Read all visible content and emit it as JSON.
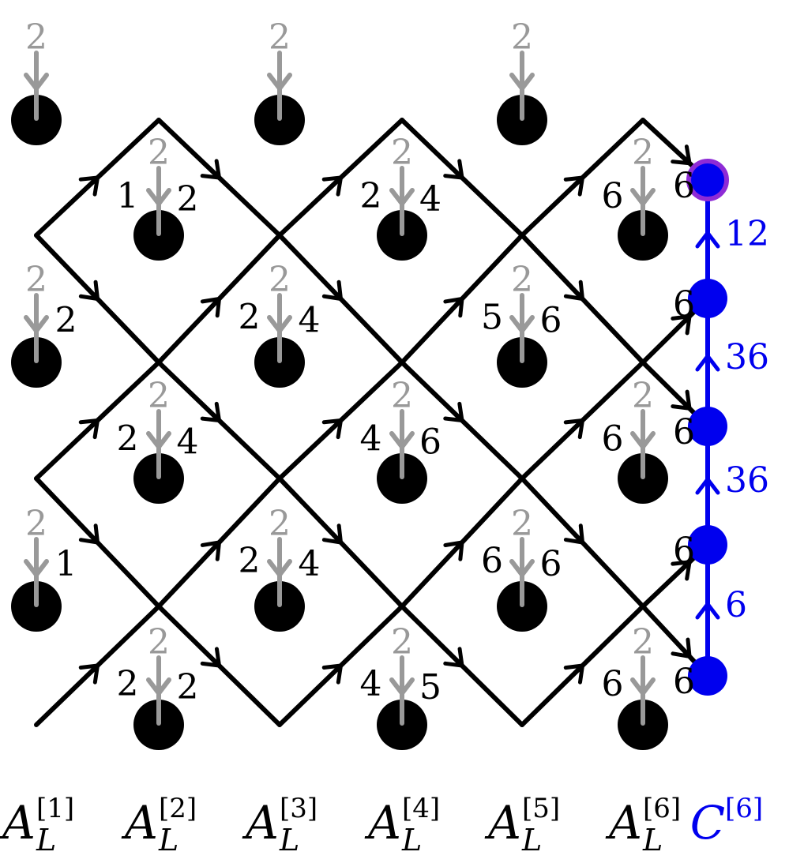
{
  "colors": {
    "tensor": "#000000",
    "physical": "#999999",
    "environment": "#0000ee",
    "highlight": "#8e2bd6"
  },
  "physical_dim": "2",
  "diagonal_bonds": [
    {
      "from": "c1r1",
      "to": "c2r0",
      "label": "1"
    },
    {
      "from": "c1r1",
      "to": "c2r2",
      "label": "2"
    },
    {
      "from": "c1r3",
      "to": "c2r2",
      "label": "2"
    },
    {
      "from": "c1r3",
      "to": "c2r4",
      "label": "1"
    },
    {
      "from": "c1r5",
      "to": "c2r4",
      "label": "2"
    },
    {
      "from": "c2r0",
      "to": "c3r1",
      "label": "2"
    },
    {
      "from": "c2r2",
      "to": "c3r1",
      "label": "2"
    },
    {
      "from": "c2r2",
      "to": "c3r3",
      "label": "4"
    },
    {
      "from": "c2r4",
      "to": "c3r3",
      "label": "2"
    },
    {
      "from": "c2r4",
      "to": "c3r5",
      "label": "2"
    },
    {
      "from": "c3r1",
      "to": "c4r0",
      "label": "2"
    },
    {
      "from": "c3r1",
      "to": "c4r2",
      "label": "4"
    },
    {
      "from": "c3r3",
      "to": "c4r2",
      "label": "4"
    },
    {
      "from": "c3r3",
      "to": "c4r4",
      "label": "4"
    },
    {
      "from": "c3r5",
      "to": "c4r4",
      "label": "4"
    },
    {
      "from": "c4r0",
      "to": "c5r1",
      "label": "4"
    },
    {
      "from": "c4r2",
      "to": "c5r1",
      "label": "5"
    },
    {
      "from": "c4r2",
      "to": "c5r3",
      "label": "6"
    },
    {
      "from": "c4r4",
      "to": "c5r3",
      "label": "6"
    },
    {
      "from": "c4r4",
      "to": "c5r5",
      "label": "5"
    },
    {
      "from": "c5r1",
      "to": "c6r0",
      "label": "6"
    },
    {
      "from": "c5r1",
      "to": "c6r2",
      "label": "6"
    },
    {
      "from": "c5r3",
      "to": "c6r2",
      "label": "6"
    },
    {
      "from": "c5r3",
      "to": "c6r4",
      "label": "6"
    },
    {
      "from": "c5r5",
      "to": "c6r4",
      "label": "6"
    },
    {
      "from": "c6r0",
      "to": "e0",
      "label": "6"
    },
    {
      "from": "c6r2",
      "to": "e1",
      "label": "6"
    },
    {
      "from": "c6r2",
      "to": "e2",
      "label": "6"
    },
    {
      "from": "c6r4",
      "to": "e3",
      "label": "6"
    },
    {
      "from": "c6r4",
      "to": "e4",
      "label": "6"
    }
  ],
  "environment_bonds": [
    {
      "from": "e4",
      "to": "e3",
      "label": "6"
    },
    {
      "from": "e3",
      "to": "e2",
      "label": "36"
    },
    {
      "from": "e2",
      "to": "e1",
      "label": "36"
    },
    {
      "from": "e1",
      "to": "e0",
      "label": "12"
    }
  ],
  "column_labels": [
    {
      "base": "A",
      "sup": "[1]",
      "sub": "L"
    },
    {
      "base": "A",
      "sup": "[2]",
      "sub": "L"
    },
    {
      "base": "A",
      "sup": "[3]",
      "sub": "L"
    },
    {
      "base": "A",
      "sup": "[4]",
      "sub": "L"
    },
    {
      "base": "A",
      "sup": "[5]",
      "sub": "L"
    },
    {
      "base": "A",
      "sup": "[6]",
      "sub": "L"
    },
    {
      "base": "C",
      "sup": "[6]",
      "sub": ""
    }
  ]
}
